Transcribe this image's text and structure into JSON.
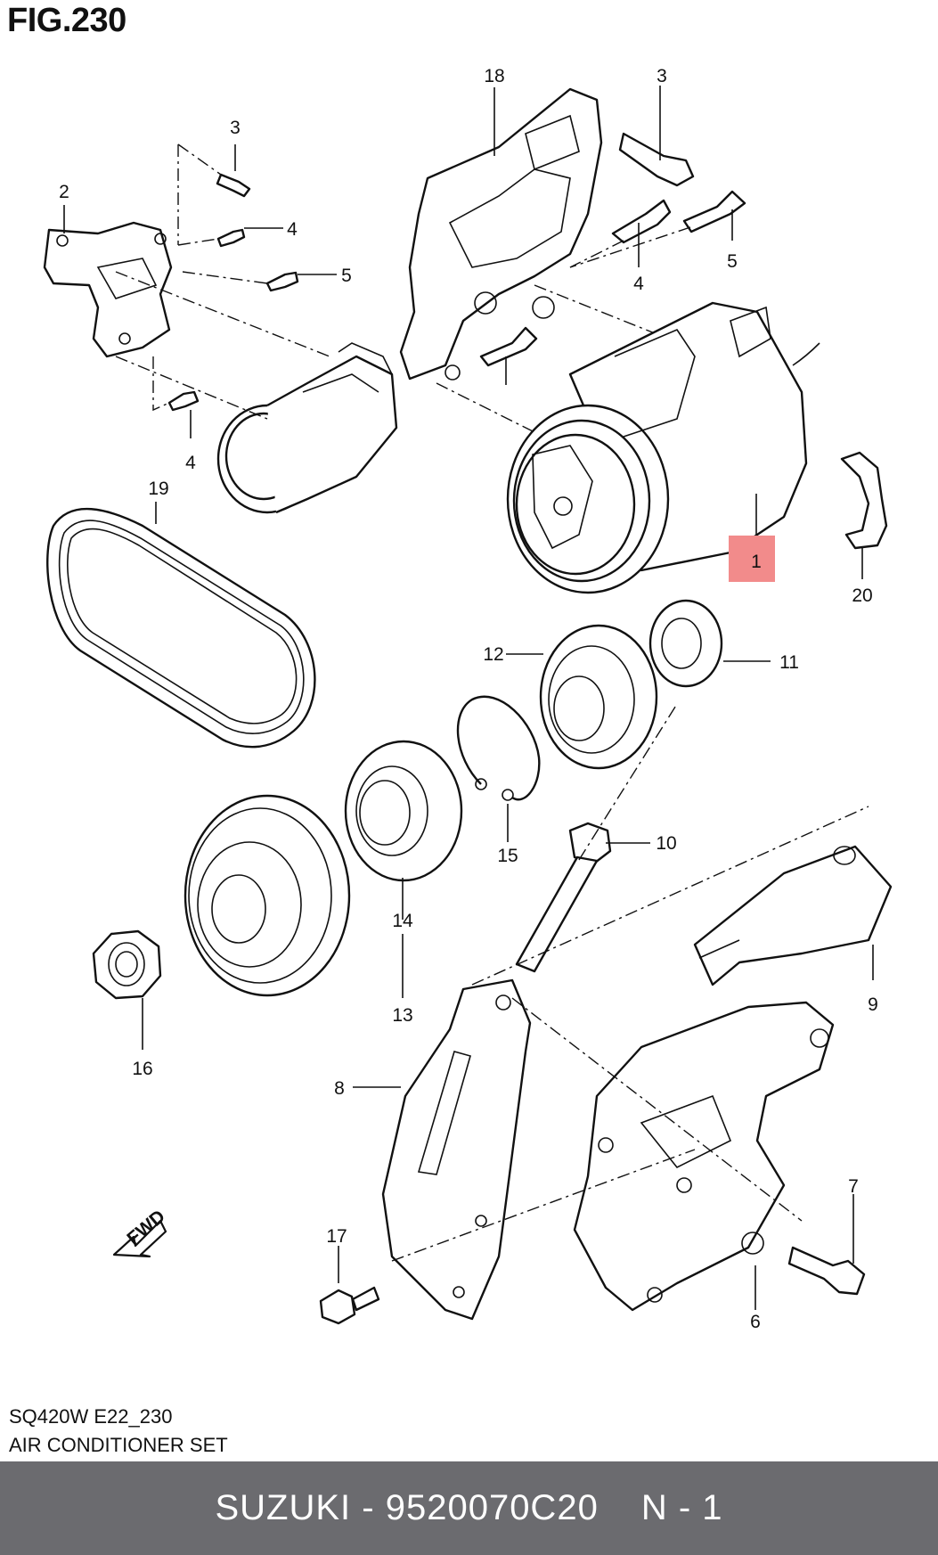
{
  "figure": {
    "title": "FIG.230"
  },
  "callouts": [
    "1",
    "2",
    "3",
    "3",
    "4",
    "4",
    "4",
    "5",
    "5",
    "6",
    "7",
    "8",
    "9",
    "10",
    "11",
    "12",
    "13",
    "14",
    "15",
    "16",
    "17",
    "18",
    "19",
    "20"
  ],
  "highlight": {
    "label": "1",
    "color": "#f28b8b"
  },
  "fwd_arrow": {
    "label": "FWD"
  },
  "caption": {
    "code": "SQ420W E22_230",
    "name": "AIR CONDITIONER SET"
  },
  "footer": {
    "text": "SUZUKI - 9520070C20",
    "quantity": "N - 1",
    "background": "#6b6b6f"
  }
}
